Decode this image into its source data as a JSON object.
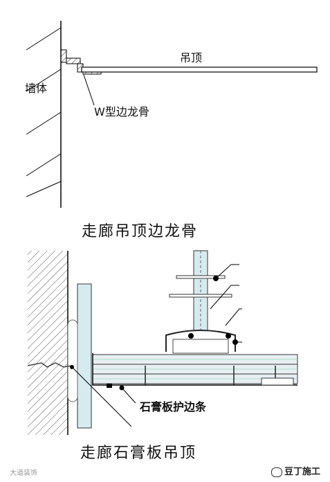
{
  "top_figure": {
    "ceiling_label": "吊顶",
    "wall_label": "墙体",
    "profile_label": "W型边龙骨",
    "caption": "走廊吊顶边龙骨"
  },
  "bottom_figure": {
    "edge_strip_label": "石膏板护边条",
    "caption": "走廊石膏板吊顶"
  },
  "watermark_left": "大道装饰",
  "brand": "豆丁施工"
}
